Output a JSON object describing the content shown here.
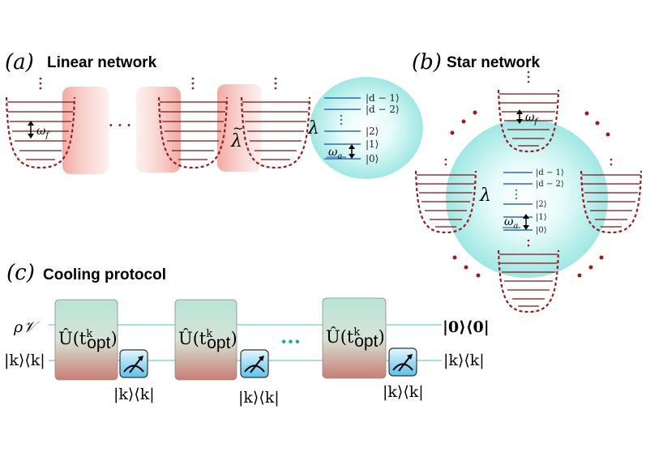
{
  "panels": {
    "a": {
      "label": "(a)",
      "title": "Linear network"
    },
    "b": {
      "label": "(b)",
      "title": "Star network"
    },
    "c": {
      "label": "(c)",
      "title": "Cooling protocol"
    }
  },
  "symbols": {
    "omega_f": "ω",
    "omega_f_sub": "f",
    "omega_a": "ω",
    "omega_a_sub": "a",
    "lambda": "λ",
    "lambda_tilde": "λ",
    "tilde": "~",
    "chain_dots": "· · ·",
    "circuit_dots": "···"
  },
  "levels": {
    "top": [
      "|d − 1⟩",
      "|d − 2⟩"
    ],
    "bottom": [
      "|2⟩",
      "|1⟩",
      "|0⟩"
    ]
  },
  "circuit": {
    "input_top": "ρ𝒱",
    "input_bottom": "|k⟩⟨k|",
    "output_top": "|𝟎⟩⟨𝟎|",
    "output_bottom": "|k⟩⟨k|",
    "gate_label": "Û(t",
    "gate_sup": "k",
    "gate_sub": "opt",
    "gate_close": ")",
    "measure_label": "|k⟩⟨k|"
  },
  "colors": {
    "oscillator": "#9b1c1c",
    "level_line": "#2a6db5",
    "qudit_fill": "#c9f2f0",
    "coupling_pink": "#f4b4ad",
    "gate_top": "#bfe6da",
    "gate_bottom": "#c97b73",
    "wire": "#8fd3cf"
  }
}
